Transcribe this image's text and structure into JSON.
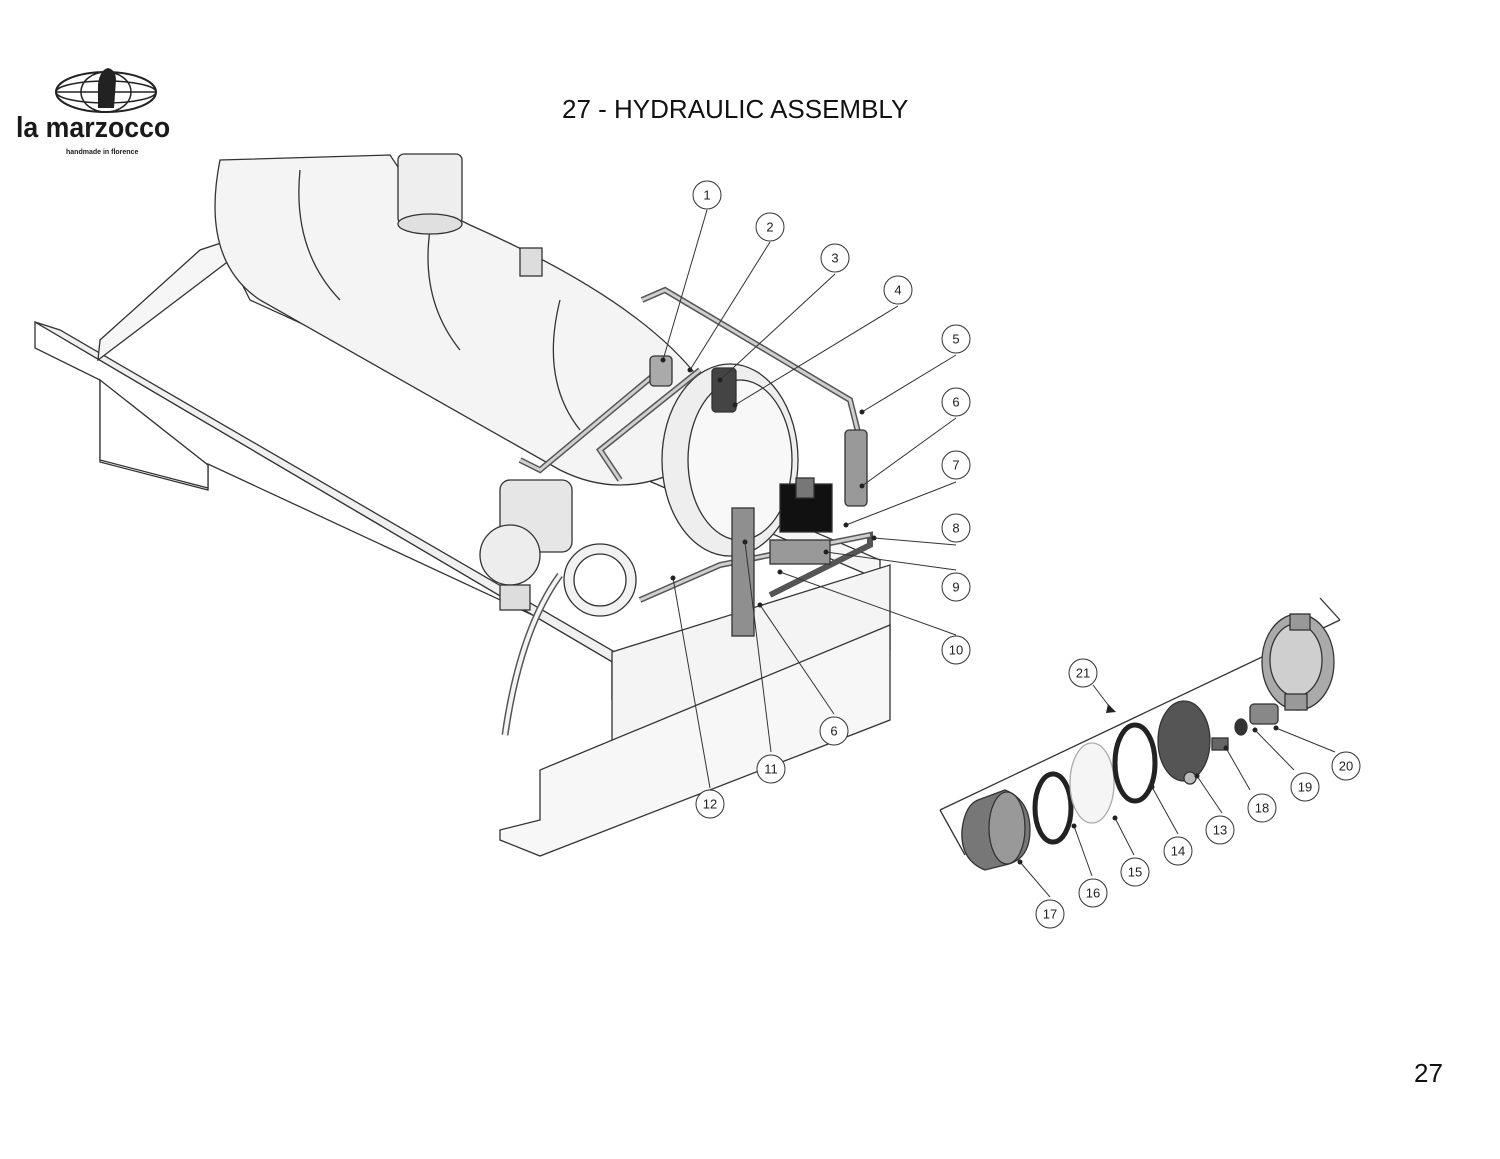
{
  "brand": {
    "name": "la marzocco",
    "tagline": "handmade in florence"
  },
  "page": {
    "title": "27 - HYDRAULIC ASSEMBLY",
    "number": "27"
  },
  "callouts": [
    "1",
    "2",
    "3",
    "4",
    "5",
    "6",
    "7",
    "8",
    "9",
    "10",
    "6",
    "11",
    "12",
    "21",
    "20",
    "19",
    "18",
    "13",
    "14",
    "15",
    "16",
    "17"
  ]
}
